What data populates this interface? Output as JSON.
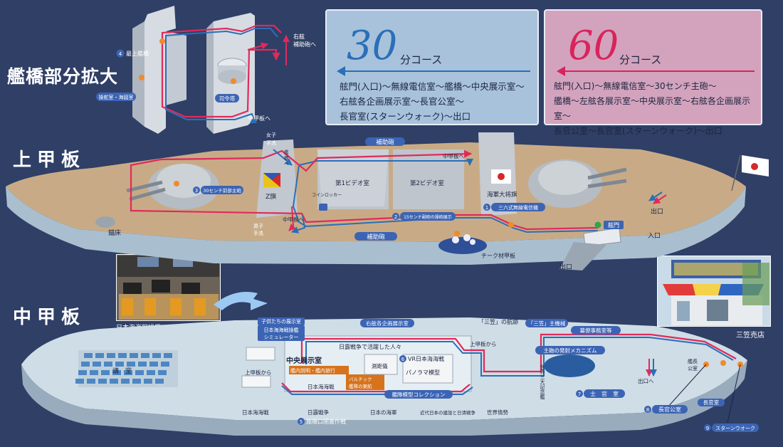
{
  "section_titles": {
    "bridge": "艦橋部分拡大",
    "upper": "上甲板",
    "middle": "中甲板"
  },
  "course30": {
    "number": "30",
    "unit": "分コース",
    "lines": [
      "舷門(入口)〜無線電信室〜艦橋〜中央展示室〜",
      "右舷各企画展示室〜長官公室〜",
      "長官室(スターンウォーク)〜出口"
    ],
    "color": "#2a6fb8"
  },
  "course60": {
    "number": "60",
    "unit": "分コース",
    "lines": [
      "舷門(入口)〜無線電信室〜30センチ主砲〜",
      "艦橋〜左舷各展示室〜中央展示室〜右舷各企画展示室〜",
      "長官公室〜長官室(スターンウォーク)〜出口"
    ],
    "color": "#d8245c"
  },
  "bridge_labels": {
    "top_bridge": "最上艦橋",
    "top_bridge_num": "4",
    "steering": "操舵室・海図室",
    "conning": "司令塔",
    "to_middle": "中甲板へ",
    "to_gun": "右舷\n補助砲へ"
  },
  "upper_labels": {
    "aux_gun_top": "補助砲",
    "aux_gun_bottom": "補助砲",
    "video1": "第1ビデオ室",
    "video2": "第2ビデオ室",
    "coin_locker": "コインロッカー",
    "z_flag": "Z旗",
    "women_wc": "女子\n手洗",
    "men_wc": "男子\n手洗",
    "bridge_to": "艦\n橋\nへ",
    "to_middle_a": "中甲板へ",
    "to_middle_b": "中甲板へ",
    "admiral_flag": "海軍大将旗",
    "radio_room": "三六式無線電信機",
    "radio_num": "1",
    "gun_sim": "15センチ副砲の操砲展示",
    "gun_sim_num": "2",
    "main_gun": "30センチ前部主砲",
    "main_gun_num": "3",
    "anchor": "錨床",
    "teak": "チーク材甲板",
    "gangway": "舷門",
    "entrance": "入口",
    "exit": "出口",
    "exit2": "出口"
  },
  "middle_labels": {
    "hall": "講　堂",
    "simulator": "日本海海戦操艦シミュレーター",
    "kids": "子供たちの展示室",
    "sim_room": "日本海海戦操艦\nシミュレーター",
    "starboard_rooms": "右舷各企画展示室",
    "mikasa_voyage": "「三笠」の航跡",
    "mikasa_engine": "「三笠」主機械",
    "staff_office": "幕僚事務室等",
    "people": "日露戦争で活躍した人々",
    "central": "中央展示室",
    "vr": "VR日本海海戦",
    "vr_num": "6",
    "ranging": "測距儀",
    "tour": "艦内説明・艦内旅行",
    "baltic": "バルチック\n艦隊の東航",
    "panorama": "パノラマ模型",
    "japan_sea_battle": "日本海海戦",
    "fleet_models": "艦隊模型コレクション",
    "from_upper_a": "上甲板から",
    "from_upper_b": "上甲板から",
    "main_gun_mech": "主砲の発射メカニズム",
    "memorial": "世界三大記念艦",
    "staff_room": "士　官　室",
    "staff_room_num": "7",
    "officer_lounge": "長官公室",
    "officer_lounge_num": "8",
    "admiral_room": "長官室",
    "captain_room": "艦長\n公室",
    "stern_walk": "スターンウオーク",
    "stern_num": "9",
    "to_exit": "出口へ",
    "blockade": "旅順口閉塞作戦",
    "blockade_num": "5",
    "strip": [
      "日本海海戦",
      "日露戦争",
      "日本の海軍",
      "近代日本の建設と日清戦争",
      "世界情勢"
    ],
    "shop": "三笠売店"
  },
  "colors": {
    "route30": "#2a6fb8",
    "route60": "#e02a5c",
    "deck": "#c8ab86",
    "hull": "#a9bfcf",
    "middle_deck": "#cfdde6",
    "background": "#2f3f66"
  }
}
